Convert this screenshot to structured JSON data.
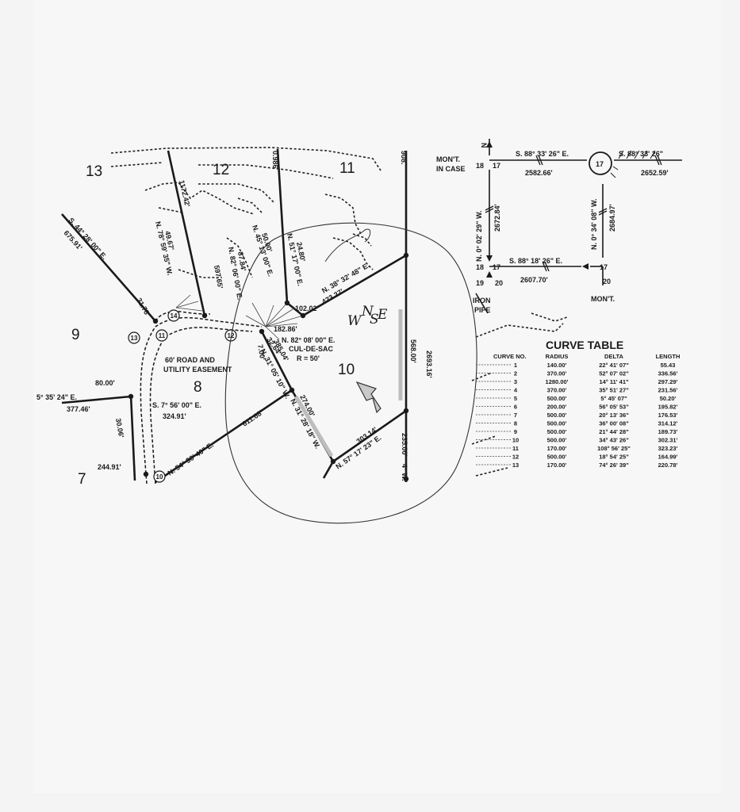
{
  "lots": {
    "l13": "13",
    "l12": "12",
    "l11": "11",
    "l9": "9",
    "l8": "8",
    "l10": "10",
    "l7": "7"
  },
  "bearings": {
    "b1": "S. 44° 28' 00\" E.",
    "b1d": "675.91'",
    "b2": "1172.42'",
    "b3": "N. 78° 59' 35\" W.",
    "b3d": "49.67'",
    "b4": "597.65'",
    "b5": "N. 82° 06' 00\" E.",
    "b5d": "87.84'",
    "b6": "N. 45° 13' 00\" E.",
    "b6d": "50.00'",
    "b7": "N. 51° 17' 00\" E.",
    "b7d": "24.80'",
    "b8": "102.02'",
    "b9": "N. 38° 32' 48\" E.",
    "b9d": "423.27'",
    "b10": "182.86'",
    "b11": "N. 82° 08' 00\" E.",
    "b12": "32.64'",
    "b13": "7.00'",
    "b14": "385.04'",
    "b15": "N. 31° 05' 10\" W.",
    "b16": "N. 31° 28' 18\" W.",
    "b16d": "274.00'",
    "b17": "611.68'",
    "b18": "N. 54° 36' 40\" E.",
    "b19": "N. 57° 17' 23\" E.",
    "b19d": "303.14'",
    "b20": "568.00'",
    "b21": "2693.16'",
    "b22": "235.00'",
    "b23": "4° W.",
    "b24": "80.00'",
    "b25": "377.46'",
    "b26": "5° 35' 24\" E.",
    "b27": "30.06'",
    "b28": "244.91'",
    "b29": "S. 7° 56' 00\" E.",
    "b29d": "324.91'",
    "b30": "31.78",
    "b31": "908.",
    "b32": "0.986",
    "easement1": "60' ROAD AND",
    "easement2": "UTILITY EASEMENT",
    "culdesac1": "CUL-DE-SAC",
    "culdesac2": "R = 50'"
  },
  "circles": {
    "c14": "14",
    "c11": "11",
    "c12": "12",
    "c13": "13",
    "c10": "10"
  },
  "handwriting": {
    "w": "W",
    "n": "N",
    "e": "E",
    "s": "S"
  },
  "inset": {
    "mont_case1": "MON'T.",
    "mont_case2": "IN CASE",
    "n_letter": "N",
    "c18a": "18",
    "c17a": "17",
    "top_bearing": "S. 88° 33' 26\" E.",
    "top_dist": "2582.66'",
    "circle17": "17",
    "top_right_bearing": "S. 88° 33' 26\"",
    "top_right_dist": "2652.59'",
    "left_bearing": "N. 0° 02' 29\" W.",
    "left_dist": "2672.84'",
    "right_bearing": "N. 0° 34' 08\" W.",
    "right_dist": "2684.97'",
    "c18b": "18",
    "c17b": "17",
    "c19": "19",
    "c20a": "20",
    "bottom_bearing": "S. 88° 18' 26\" E.",
    "bottom_dist": "2607.70'",
    "c17c": "17",
    "c20b": "20",
    "mont_bottom": "MON'T.",
    "iron_pipe1": "IRON",
    "iron_pipe2": "PIPE"
  },
  "curve_table": {
    "title": "CURVE TABLE",
    "headers": [
      "CURVE NO.",
      "RADIUS",
      "DELTA",
      "LENGTH"
    ],
    "rows": [
      [
        "1",
        "140.00'",
        "22° 41' 07\"",
        "55.43"
      ],
      [
        "2",
        "370.00'",
        "52° 07' 02\"",
        "336.56'"
      ],
      [
        "3",
        "1280.00'",
        "14° 11' 41\"",
        "297.29'"
      ],
      [
        "4",
        "370.00'",
        "35° 51' 27\"",
        "231.56'"
      ],
      [
        "5",
        "500.00'",
        "5° 45' 07\"",
        "50.20'"
      ],
      [
        "6",
        "200.00'",
        "56° 05' 53\"",
        "195.82'"
      ],
      [
        "7",
        "500.00'",
        "20° 13' 36\"",
        "176.53'"
      ],
      [
        "8",
        "500.00'",
        "36° 00' 08\"",
        "314.12'"
      ],
      [
        "9",
        "500.00'",
        "21° 44' 28\"",
        "189.73'"
      ],
      [
        "10",
        "500.00'",
        "34° 43' 26\"",
        "302.31'"
      ],
      [
        "11",
        "170.00'",
        "108° 56' 25\"",
        "323.23'"
      ],
      [
        "12",
        "500.00'",
        "18° 54' 25\"",
        "164.99'"
      ],
      [
        "13",
        "170.00'",
        "74° 26' 39\"",
        "220.78'"
      ]
    ]
  }
}
